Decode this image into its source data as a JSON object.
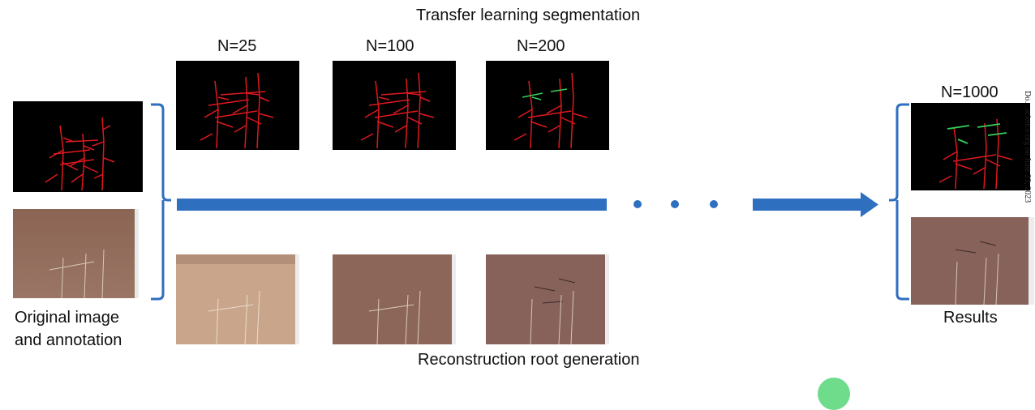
{
  "title_top": "Transfer learning segmentation",
  "title_bottom": "Reconstruction root generation",
  "n_labels": [
    "N=25",
    "N=100",
    "N=200",
    "N=1000"
  ],
  "left_label": [
    "Original image",
    "and annotation"
  ],
  "right_label": "Results",
  "watermark": "Do…science.org on June 23, 2023",
  "colors": {
    "arrow": "#2f6fc0",
    "bracket": "#2f6fc0",
    "root_red": "#e0181e",
    "root_green": "#35d05a",
    "soil_light": "#c8a588",
    "soil_dark": "#7e5a4c"
  }
}
